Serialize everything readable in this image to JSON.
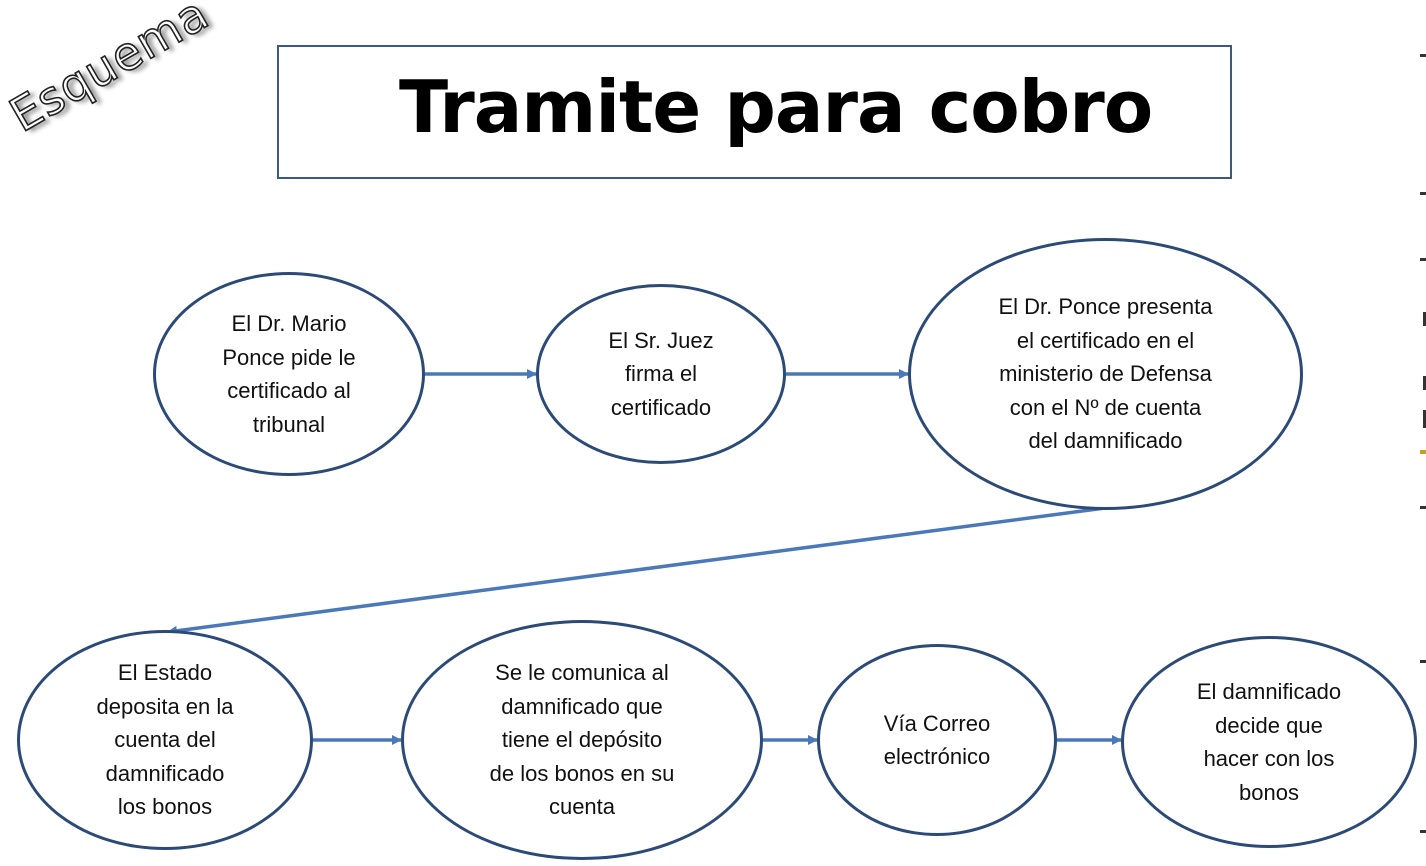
{
  "corner_label": "Esquema",
  "title": "Tramite para cobro",
  "colors": {
    "node_border": "#2c4a78",
    "arrow": "#4a78b8",
    "title_border": "#3c5a80"
  },
  "nodes": [
    {
      "id": "n1",
      "text": "El Dr. Mario\nPonce pide le\ncertificado al\ntribunal"
    },
    {
      "id": "n2",
      "text": "El Sr. Juez\nfirma el\ncertificado"
    },
    {
      "id": "n3",
      "text": "El Dr. Ponce presenta\nel certificado en el\nministerio de Defensa\ncon el Nº de cuenta\ndel damnificado"
    },
    {
      "id": "n4",
      "text": "El Estado\ndeposita en la\ncuenta del\ndamnificado\nlos bonos"
    },
    {
      "id": "n5",
      "text": "Se le comunica al\ndamnificado que\ntiene el depósito\nde los bonos en su\ncuenta"
    },
    {
      "id": "n6",
      "text": "Vía Correo\nelectrónico"
    },
    {
      "id": "n7",
      "text": "El damnificado\ndecide que\nhacer con los\nbonos"
    }
  ],
  "edges": [
    {
      "from": "n1",
      "to": "n2"
    },
    {
      "from": "n2",
      "to": "n3"
    },
    {
      "from": "n3",
      "to": "n4"
    },
    {
      "from": "n4",
      "to": "n5"
    },
    {
      "from": "n5",
      "to": "n6"
    },
    {
      "from": "n6",
      "to": "n7"
    }
  ]
}
